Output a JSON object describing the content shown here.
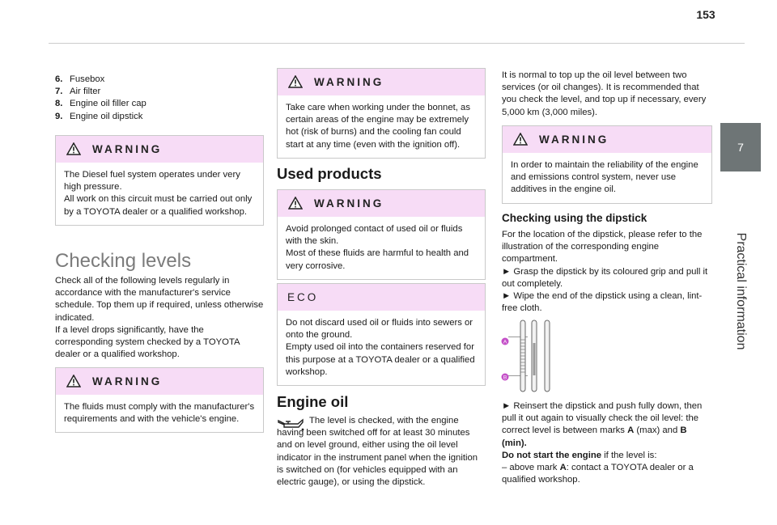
{
  "page": {
    "number": "153"
  },
  "sidebar": {
    "tab_number": "7",
    "label": "Practical information"
  },
  "col1": {
    "list": [
      {
        "num": "6.",
        "text": "Fusebox"
      },
      {
        "num": "7.",
        "text": "Air filter"
      },
      {
        "num": "8.",
        "text": "Engine oil filler cap"
      },
      {
        "num": "9.",
        "text": "Engine oil dipstick"
      }
    ],
    "warning1": {
      "title": "WARNING",
      "body": "The Diesel fuel system operates under very high pressure.\nAll work on this circuit must be carried out only by a TOYOTA dealer or a qualified workshop."
    },
    "heading": "Checking levels",
    "paragraph": "Check all of the following levels regularly in accordance with the manufacturer's service schedule. Top them up if required, unless otherwise indicated.\nIf a level drops significantly, have the corresponding system checked by a TOYOTA dealer or a qualified workshop.",
    "warning2": {
      "title": "WARNING",
      "body": "The fluids must comply with the manufacturer's requirements and with the vehicle's engine."
    }
  },
  "col2": {
    "warning1": {
      "title": "WARNING",
      "body": "Take care when working under the bonnet, as certain areas of the engine may be extremely hot (risk of burns) and the cooling fan could start at any time (even with the ignition off)."
    },
    "heading_used": "Used products",
    "warning2": {
      "title": "WARNING",
      "body": "Avoid prolonged contact of used oil or fluids with the skin.\nMost of these fluids are harmful to health and very corrosive."
    },
    "eco": {
      "title": "ECO",
      "body": "Do not discard used oil or fluids into sewers or onto the ground.\nEmpty used oil into the containers reserved for this purpose at a TOYOTA dealer or a qualified workshop."
    },
    "heading_engine": "Engine oil",
    "engine_text": "The level is checked, with the engine having been switched off for at least 30 minutes and on level ground, either using the oil level indicator in the instrument panel when the ignition is switched on (for vehicles equipped with an electric gauge), or using the dipstick."
  },
  "col3": {
    "intro": "It is normal to top up the oil level between two services (or oil changes). It is recommended that you check the level, and top up if necessary, every 5,000 km (3,000 miles).",
    "warning": {
      "title": "WARNING",
      "body": "In order to maintain the reliability of the engine and emissions control system, never use additives in the engine oil."
    },
    "subheading": "Checking using the dipstick",
    "steps": "For the location of the dipstick, please refer to the illustration of the corresponding engine compartment.\n► Grasp the dipstick by its coloured grip and pull it out completely.\n► Wipe the end of the dipstick using a clean, lint-free cloth.",
    "mark_a": "A",
    "mark_b": "B",
    "reinsert": "► Reinsert the dipstick and push fully down, then pull it out again to visually check the oil level: the correct level is between marks",
    "reinsert_a": "A",
    "reinsert_max": "(max) and",
    "reinsert_b": "B (min).",
    "do_not_start": "Do not start the engine",
    "if_level": "if the level is:",
    "above_prefix": "– above mark",
    "above_a": "A",
    "above_suffix": ": contact a TOYOTA dealer or a qualified workshop."
  },
  "colors": {
    "warning_header": "#f7dcf6",
    "tab": "#6e7576",
    "marker": "#c44fc8"
  }
}
